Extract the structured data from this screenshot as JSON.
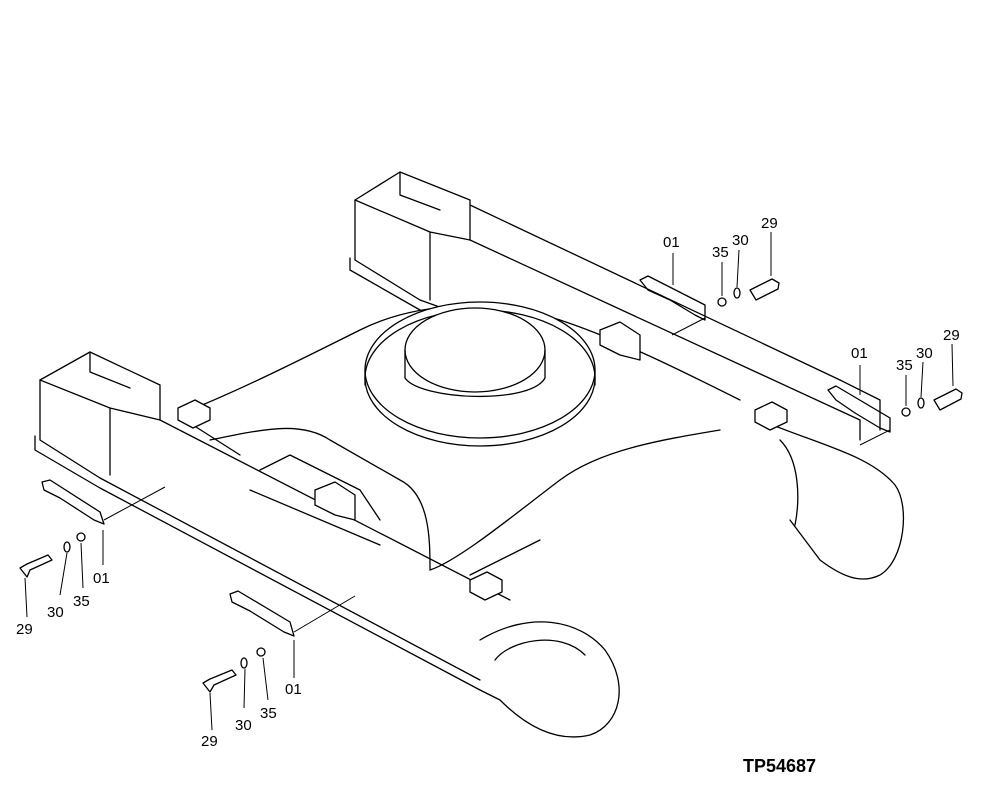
{
  "drawing_id": "TP54687",
  "callouts": {
    "top_right": {
      "bracket": "01",
      "washer_a": "35",
      "washer_b": "30",
      "bolt": "29"
    },
    "right": {
      "bracket": "01",
      "washer_a": "35",
      "washer_b": "30",
      "bolt": "29"
    },
    "left": {
      "bracket": "01",
      "washer_a": "35",
      "washer_b": "30",
      "bolt": "29"
    },
    "bottom": {
      "bracket": "01",
      "washer_a": "35",
      "washer_b": "30",
      "bolt": "29"
    }
  }
}
